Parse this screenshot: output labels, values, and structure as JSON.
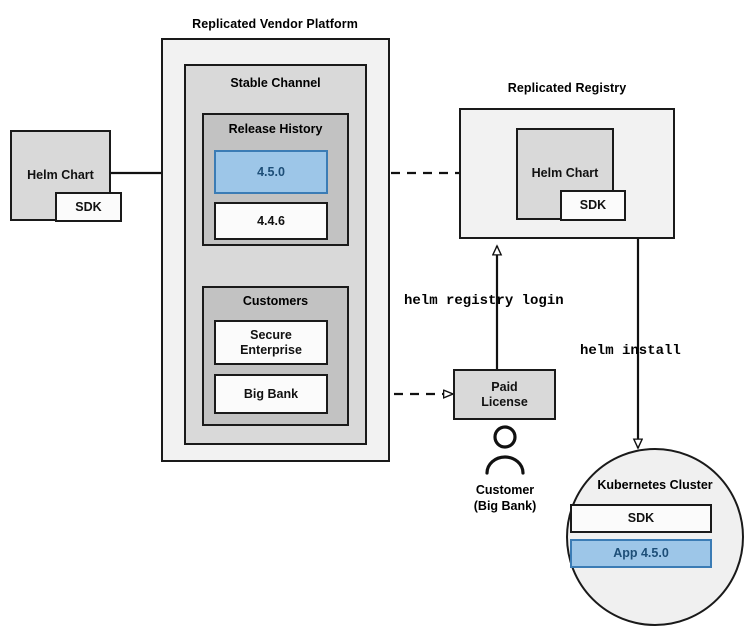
{
  "diagram": {
    "title_vendor_platform": "Replicated Vendor Platform",
    "title_registry": "Replicated Registry",
    "groups": {
      "stable_channel": "Stable Channel",
      "release_history": "Release History",
      "customers": "Customers",
      "kubernetes_cluster": "Kubernetes Cluster"
    },
    "nodes": {
      "source_helm_chart": "Helm Chart",
      "source_sdk": "SDK",
      "release_current": "4.5.0",
      "release_previous": "4.4.6",
      "customer_secure_enterprise": "Secure\nEnterprise",
      "customer_secure_enterprise_line1": "Secure",
      "customer_secure_enterprise_line2": "Enterprise",
      "customer_big_bank": "Big Bank",
      "registry_helm_chart": "Helm Chart",
      "registry_sdk": "SDK",
      "paid_license_line1": "Paid",
      "paid_license_line2": "License",
      "cluster_sdk": "SDK",
      "cluster_app": "App 4.5.0"
    },
    "commands": {
      "registry_login": "helm registry login",
      "install": "helm install"
    },
    "actor": {
      "icon": "person-icon",
      "caption_line1": "Customer",
      "caption_line2": "(Big Bank)"
    },
    "colors": {
      "accent_blue_fill": "#9dc6e8",
      "accent_blue_border": "#3b7cb5",
      "accent_blue_text": "#1d4e77",
      "outline": "#1a1a1a",
      "fill_lightest": "#f2f2f2",
      "fill_light": "#d9d9d9",
      "fill_mid": "#c2c2c2",
      "fill_white": "#fbfbfb"
    }
  }
}
